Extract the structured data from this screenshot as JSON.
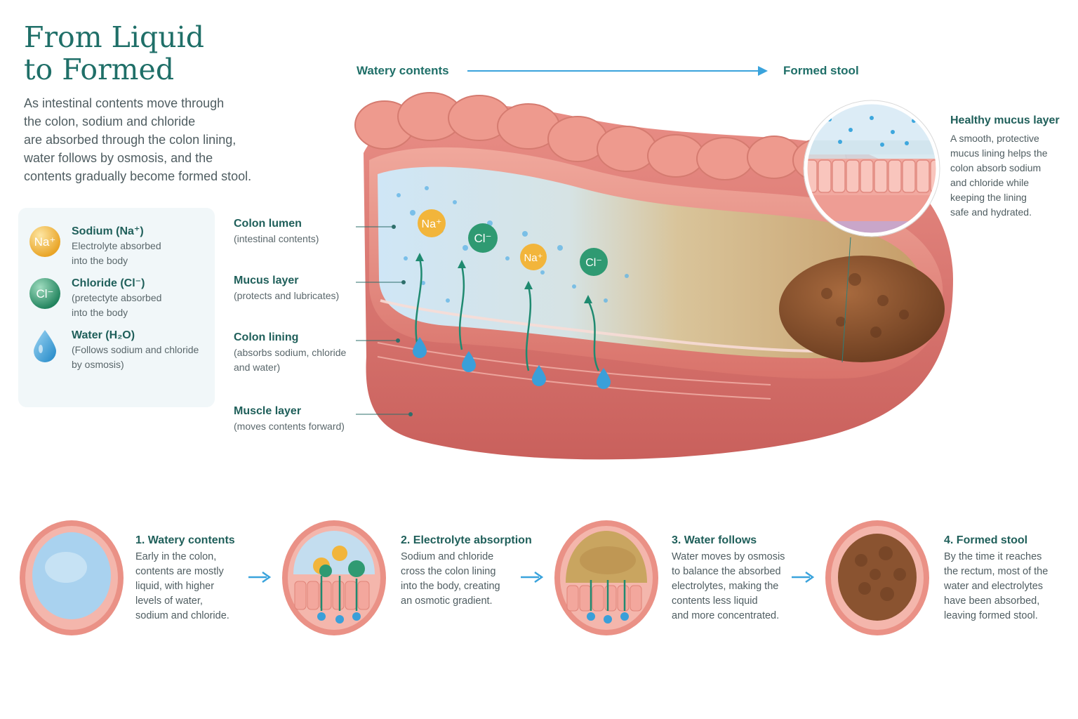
{
  "title": {
    "line1": "From Liquid",
    "line2": "to Formed"
  },
  "intro": {
    "lines": [
      "As intestinal contents move through",
      "the colon, sodium and chloride",
      "are absorbed through the colon lining,",
      "water follows by osmosis, and the",
      "contents gradually become formed stool."
    ]
  },
  "legend": {
    "items": [
      {
        "symbol": "Na⁺",
        "name": "Sodium (Na⁺)",
        "desc": [
          "Electrolyte absorbed",
          "into the body"
        ],
        "color": "#f2b53b"
      },
      {
        "symbol": "Cl⁻",
        "name": "Chloride (Cl⁻)",
        "desc": [
          "(pretectyte absorbed",
          "into the body"
        ],
        "color": "#2f9a72"
      },
      {
        "symbol": "",
        "name": "Water (H₂O)",
        "desc": [
          "(Follows sodium and chloride",
          "by osmosis)"
        ],
        "color": "#3aa3dc",
        "icon": "water-drop-icon"
      }
    ]
  },
  "flow": {
    "from": "Watery contents",
    "to": "Formed stool"
  },
  "parts": [
    {
      "name": "Colon lumen",
      "desc": [
        "(intestinal contents)"
      ]
    },
    {
      "name": "Mucus layer",
      "desc": [
        "(protects and lubricates)"
      ]
    },
    {
      "name": "Colon lining",
      "desc": [
        "(absorbs sodium, chloride",
        "and water)"
      ]
    },
    {
      "name": "Muscle layer",
      "desc": [
        "(moves contents forward)"
      ]
    }
  ],
  "inset": {
    "title": "Healthy mucus layer",
    "body": [
      "A smooth, protective",
      "mucus lining helps the",
      "colon absorb sodium",
      "and chloride while",
      "keeping the lining",
      "safe and hydrated."
    ]
  },
  "ions": {
    "sodium": "Na⁺",
    "chloride": "Cl⁻"
  },
  "steps": [
    {
      "title": "1. Watery contents",
      "desc": [
        "Early in the colon,",
        "contents are mostly",
        "liquid, with higher",
        "levels of water,",
        "sodium and chloride."
      ]
    },
    {
      "title": "2. Electrolyte absorption",
      "desc": [
        "Sodium and chloride",
        "cross the colon lining",
        "into the body, creating",
        "an osmotic gradient."
      ]
    },
    {
      "title": "3. Water follows",
      "desc": [
        "Water moves by osmosis",
        "to balance the absorbed",
        "electrolytes, making the",
        "contents less liquid",
        "and more concentrated."
      ]
    },
    {
      "title": "4. Formed stool",
      "desc": [
        "By the time it reaches",
        "the rectum, most of the",
        "water and electrolytes",
        "have been absorbed,",
        "leaving formed stool."
      ]
    }
  ],
  "colors": {
    "title": "#1f6f68",
    "accent_arrow": "#3aa3dc",
    "sodium": "#f2b53b",
    "chloride": "#2f9a72",
    "water": "#3aa3dc",
    "tissue": "#e7877c",
    "stool": "#8a5330"
  }
}
